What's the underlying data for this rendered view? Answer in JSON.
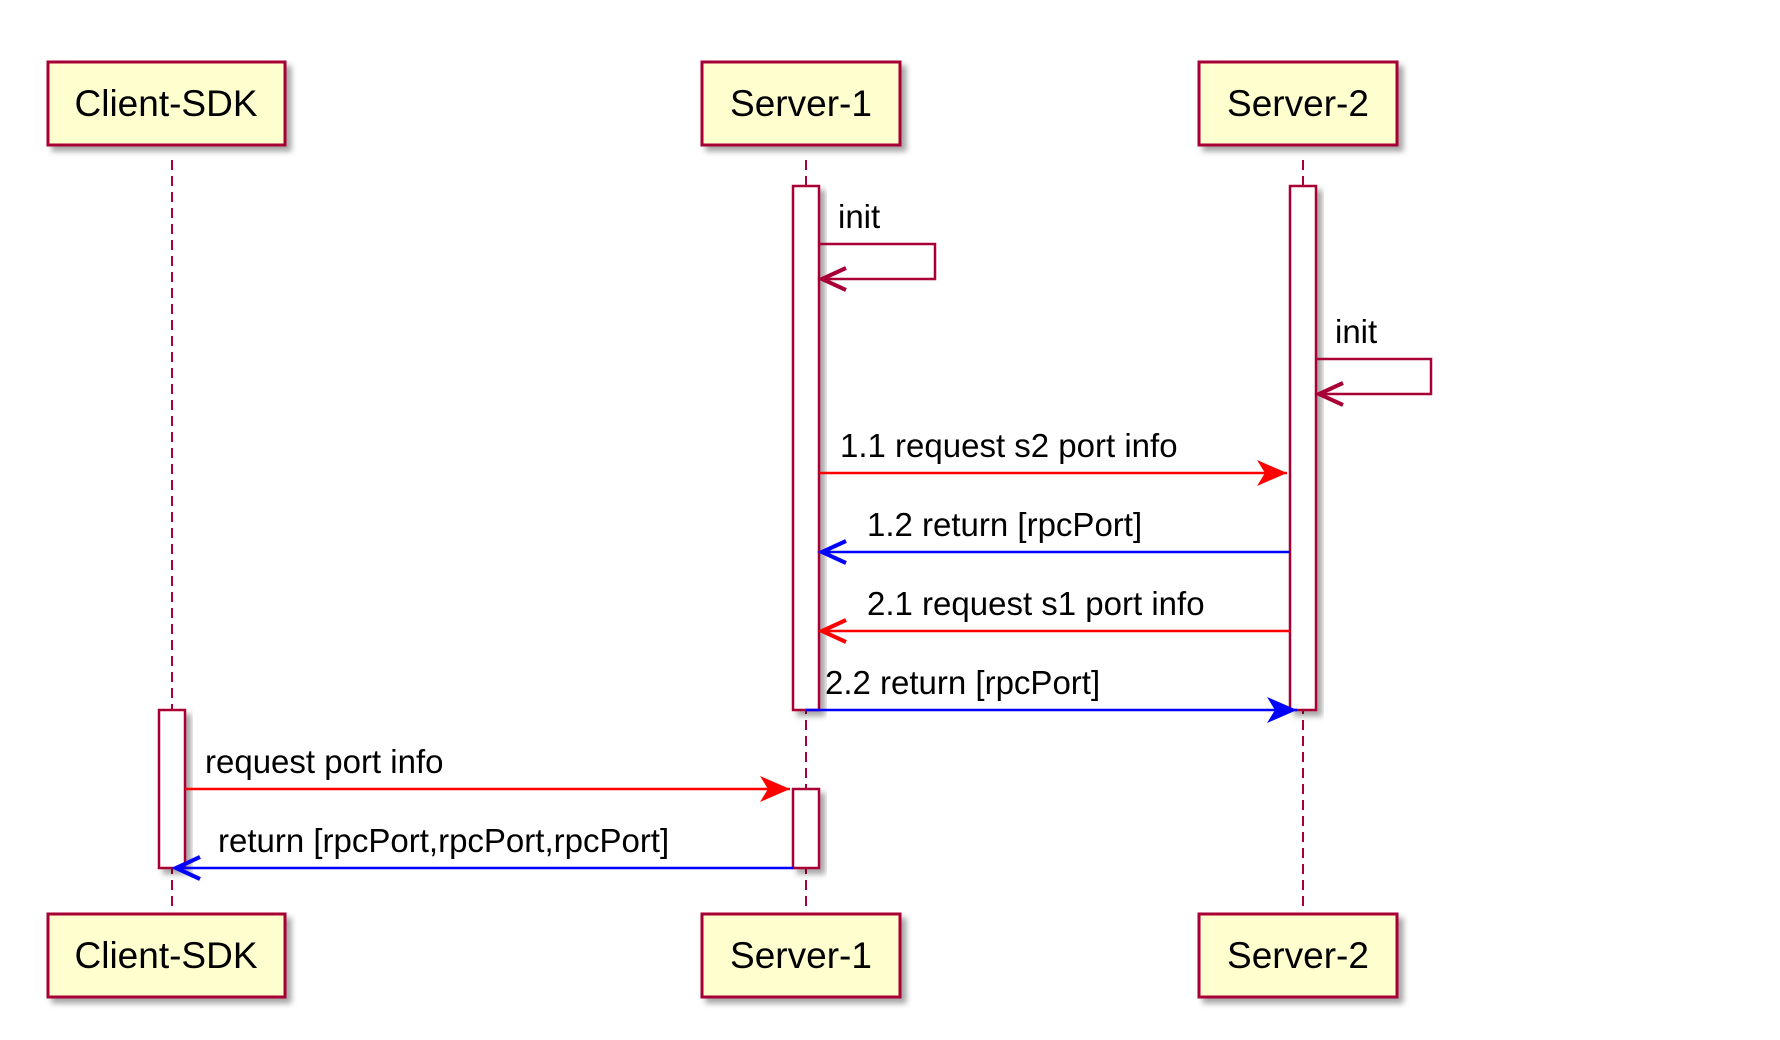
{
  "participants": [
    {
      "id": "client",
      "label": "Client-SDK"
    },
    {
      "id": "s1",
      "label": "Server-1"
    },
    {
      "id": "s2",
      "label": "Server-2"
    }
  ],
  "messages": [
    {
      "id": "s1-init",
      "label": "init",
      "from": "s1",
      "to": "s1",
      "color": "#A80036"
    },
    {
      "id": "s2-init",
      "label": "init",
      "from": "s2",
      "to": "s2",
      "color": "#A80036"
    },
    {
      "id": "m-1-1",
      "label": "1.1 request s2 port info",
      "from": "s1",
      "to": "s2",
      "color": "#FF0000"
    },
    {
      "id": "m-1-2",
      "label": "1.2 return [rpcPort]",
      "from": "s2",
      "to": "s1",
      "color": "#0000FF"
    },
    {
      "id": "m-2-1",
      "label": "2.1 request s1 port info",
      "from": "s2",
      "to": "s1",
      "color": "#FF0000"
    },
    {
      "id": "m-2-2",
      "label": "2.2 return [rpcPort]",
      "from": "s1",
      "to": "s2",
      "color": "#0000FF"
    },
    {
      "id": "m-req",
      "label": "request port info",
      "from": "client",
      "to": "s1",
      "color": "#FF0000"
    },
    {
      "id": "m-ret",
      "label": "return [rpcPort,rpcPort,rpcPort]",
      "from": "s1",
      "to": "client",
      "color": "#0000FF"
    }
  ],
  "colors": {
    "box_fill": "#FEFECE",
    "border": "#A80036",
    "request": "#FF0000",
    "response": "#0000FF"
  }
}
